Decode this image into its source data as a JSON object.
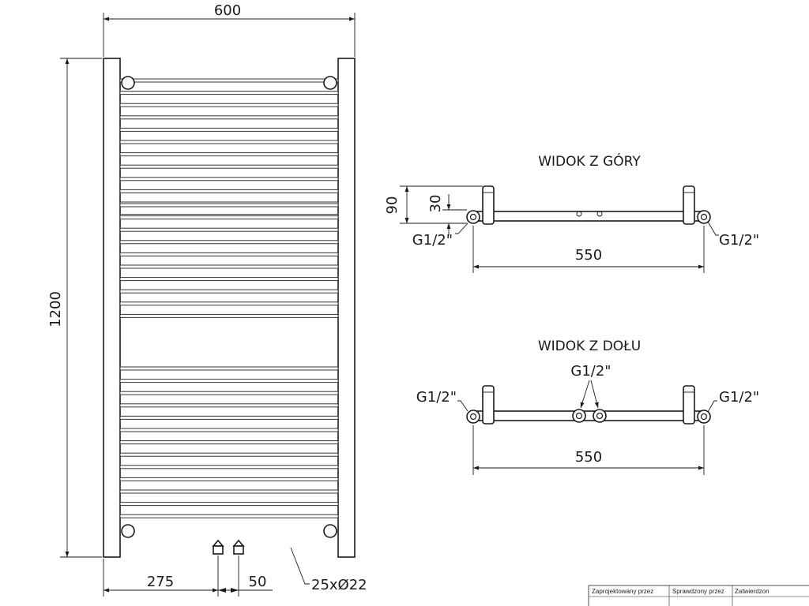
{
  "front": {
    "width_label": "600",
    "height_label": "1200",
    "left_offset_label": "275",
    "spacing_label": "50",
    "tubes_label": "25xØ22"
  },
  "top_view": {
    "title": "WIDOK Z GÓRY",
    "depth_label": "90",
    "offset_label": "30",
    "conn_left_label": "G1/2\"",
    "conn_right_label": "G1/2\"",
    "span_label": "550"
  },
  "bottom_view": {
    "title": "WIDOK Z DOŁU",
    "conn_center_label": "G1/2\"",
    "conn_left_label": "G1/2\"",
    "conn_right_label": "G1/2\"",
    "span_label": "550"
  },
  "title_block": {
    "designed_by": "Zaprojektowany przez",
    "checked_by": "Sprawdzony przez",
    "approved_by": "Zatwierdzon"
  }
}
